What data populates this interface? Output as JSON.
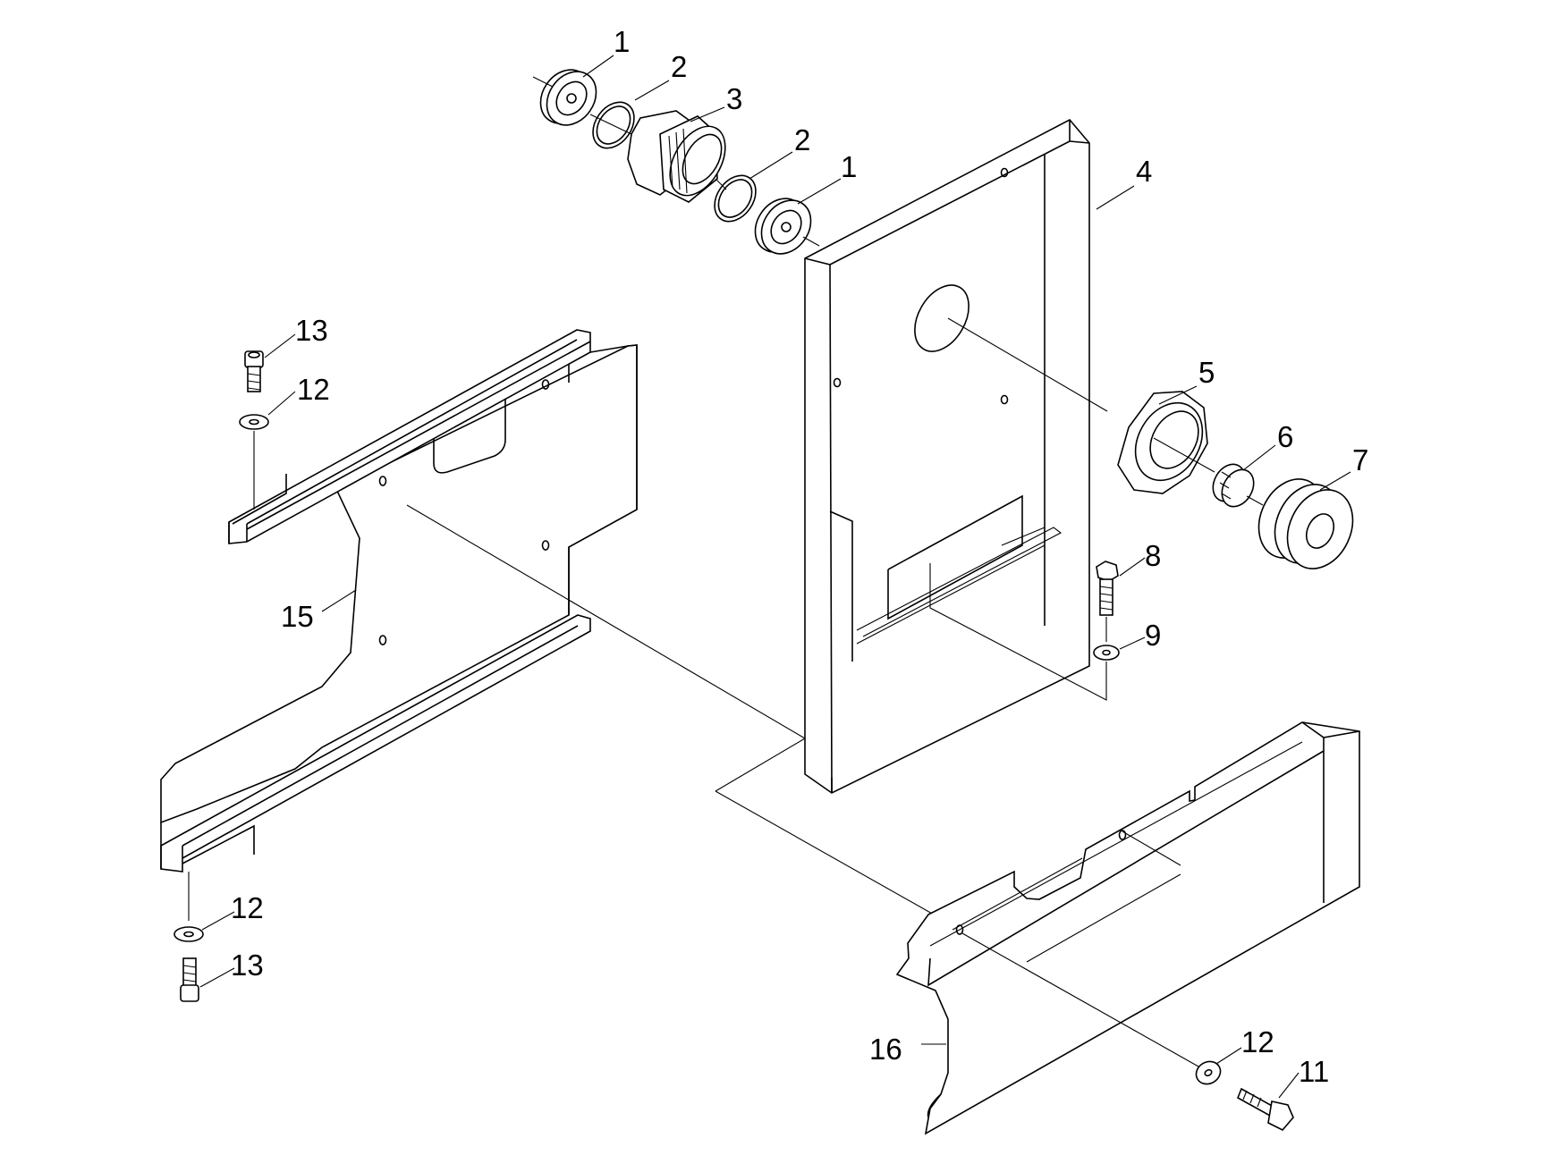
{
  "callouts": [
    {
      "id": "c1a",
      "label": "1"
    },
    {
      "id": "c2a",
      "label": "2"
    },
    {
      "id": "c3",
      "label": "3"
    },
    {
      "id": "c2b",
      "label": "2"
    },
    {
      "id": "c1b",
      "label": "1"
    },
    {
      "id": "c4",
      "label": "4"
    },
    {
      "id": "c5",
      "label": "5"
    },
    {
      "id": "c6",
      "label": "6"
    },
    {
      "id": "c7",
      "label": "7"
    },
    {
      "id": "c8",
      "label": "8"
    },
    {
      "id": "c9",
      "label": "9"
    },
    {
      "id": "c13a",
      "label": "13"
    },
    {
      "id": "c12a",
      "label": "12"
    },
    {
      "id": "c15",
      "label": "15"
    },
    {
      "id": "c12b",
      "label": "12"
    },
    {
      "id": "c13b",
      "label": "13"
    },
    {
      "id": "c16",
      "label": "16"
    },
    {
      "id": "c12c",
      "label": "12"
    },
    {
      "id": "c11",
      "label": "11"
    }
  ]
}
